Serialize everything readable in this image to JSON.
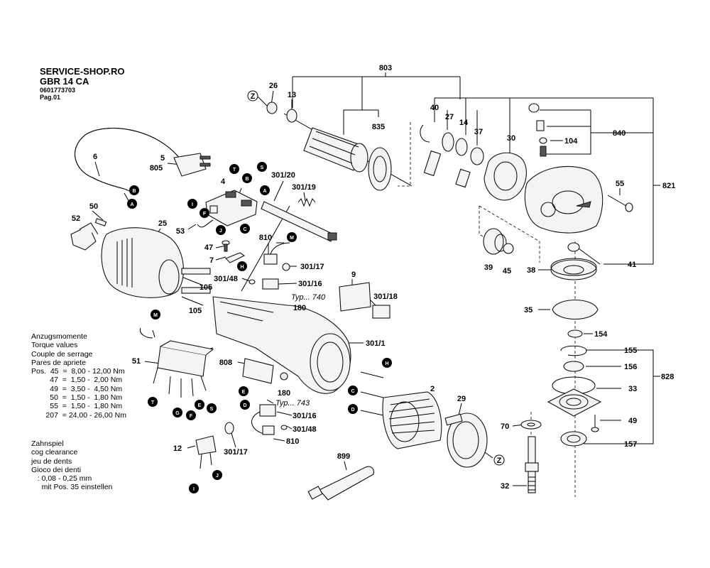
{
  "header": {
    "shop": "SERVICE-SHOP.RO",
    "model": "GBR 14 CA",
    "part_number": "0601773703",
    "page": "Pag.01"
  },
  "notes": {
    "torque": "Anzugsmomente\nTorque values\nCouple de serrage\nPares de apriete\nPos.  45  =  8,00 - 12,00 Nm\n         47  =  1,50 -  2,00 Nm\n         49  =  3,50 -  4,50 Nm\n         50  =  1,50 -  1,80 Nm\n         55  =  1,50 -  1,80 Nm\n       207  = 24,00 - 26,00 Nm",
    "cog": "Zahnspiel\ncog clearance\njeu de dents\nGioco dei denti\n   : 0,08 - 0,25 mm\n     mit Pos. 35 einstellen"
  },
  "labels": {
    "p803": "803",
    "p26": "26",
    "p13": "13",
    "p835": "835",
    "p40": "40",
    "p27": "27",
    "p14": "14",
    "p37": "37",
    "p30": "30",
    "p840": "840",
    "p104": "104",
    "p55": "55",
    "p821": "821",
    "p41": "41",
    "p39": "39",
    "p45": "45",
    "p38": "38",
    "p35": "35",
    "p154": "154",
    "p155": "155",
    "p156": "156",
    "p828": "828",
    "p33": "33",
    "p49": "49",
    "p157": "157",
    "p70": "70",
    "p32": "32",
    "p6": "6",
    "p5": "5",
    "p805": "805",
    "p4": "4",
    "p301_20": "301/20",
    "p301_19": "301/19",
    "p52": "52",
    "p50": "50",
    "p25": "25",
    "p53": "53",
    "p47": "47",
    "p7": "7",
    "p810a": "810",
    "p301_17a": "301/17",
    "p301_48a": "301/48",
    "p301_16a": "301/16",
    "p105a": "105",
    "p105b": "105",
    "p9": "9",
    "typ740": "Typ... 740",
    "p301_18": "301/18",
    "p180a": "180",
    "p301_1": "301/1",
    "p51": "51",
    "p808": "808",
    "p180b": "180",
    "typ743": "Typ... 743",
    "p301_16b": "301/16",
    "p301_48b": "301/48",
    "p810b": "810",
    "p12": "12",
    "p301_17b": "301/17",
    "p2": "2",
    "p29": "29",
    "p899": "899"
  },
  "markers": {
    "Z": "Z",
    "A": "A",
    "B": "B",
    "C": "C",
    "D": "D",
    "E": "E",
    "F": "F",
    "G": "G",
    "H": "H",
    "I": "I",
    "J": "J",
    "M": "M",
    "S": "S",
    "T": "T"
  }
}
